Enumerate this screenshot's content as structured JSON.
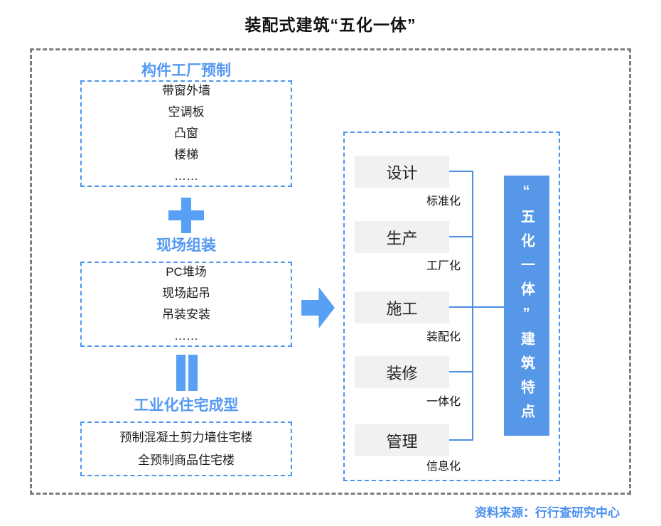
{
  "title": "装配式建筑“五化一体”",
  "source": "资料来源：行行查研究中心",
  "colors": {
    "accent_blue": "#5599f2",
    "dashed_border_blue": "#4a95ee",
    "outer_border_gray": "#7d7d7d",
    "process_box_gray": "#f1f1f1",
    "result_box_blue": "#5697e8",
    "connector_blue": "#4a90e2"
  },
  "left_flow": {
    "stages": [
      {
        "heading": "构件工厂预制",
        "items": [
          "带窗外墙",
          "空调板",
          "凸窗",
          "楼梯",
          "……"
        ]
      },
      {
        "heading": "现场组装",
        "items": [
          "PC堆场",
          "现场起吊",
          "吊装安装",
          "……"
        ]
      },
      {
        "heading": "工业化住宅成型",
        "items": [
          "预制混凝土剪力墙住宅楼",
          "全预制商品住宅楼"
        ]
      }
    ],
    "operators": [
      "plus",
      "equals"
    ]
  },
  "right_panel": {
    "rows": [
      {
        "box": "设计",
        "label": "标准化"
      },
      {
        "box": "生产",
        "label": "工厂化"
      },
      {
        "box": "施工",
        "label": "装配化"
      },
      {
        "box": "装修",
        "label": "一体化"
      },
      {
        "box": "管理",
        "label": "信息化"
      }
    ],
    "result": "“五化一体”建筑特点"
  }
}
